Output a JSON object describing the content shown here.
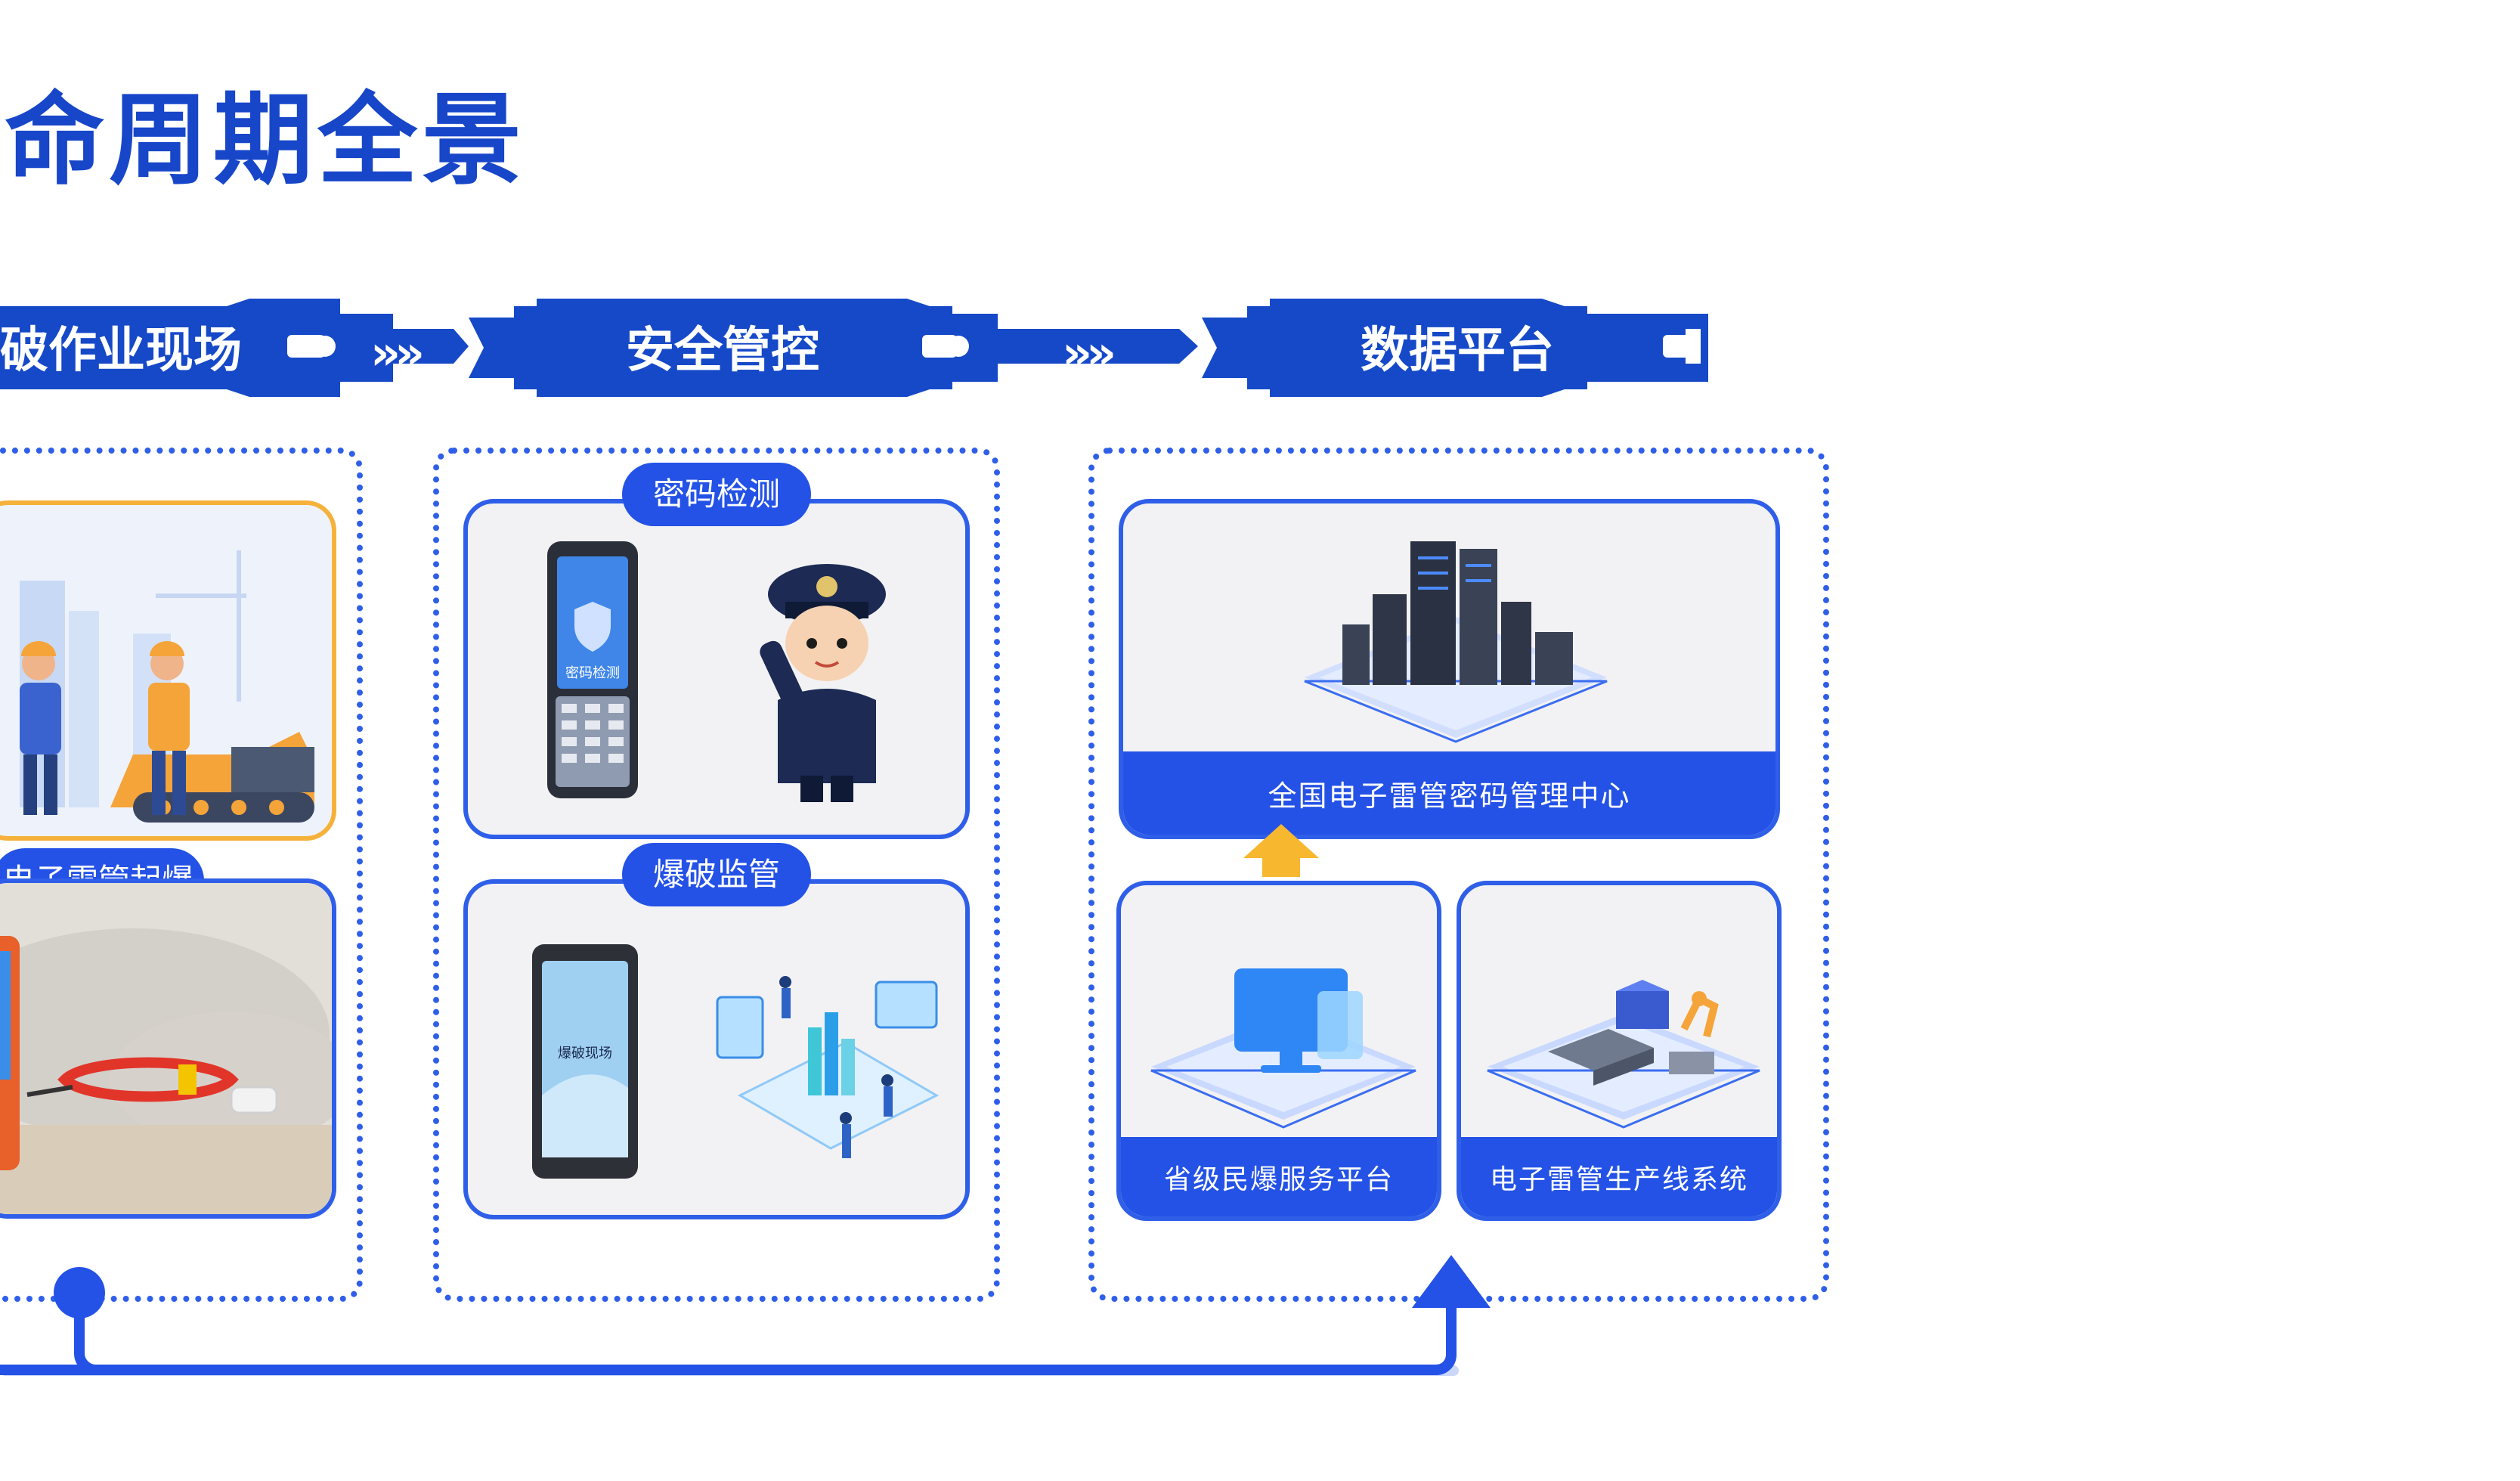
{
  "title": "命周期全景",
  "stages": [
    {
      "label": "破作业现场"
    },
    {
      "label": "安全管控"
    },
    {
      "label": "数据平台"
    }
  ],
  "arrow_glyph": "»»",
  "field": {
    "top_caption": "",
    "blast_pill": "电子雷管起爆"
  },
  "control": {
    "password_pill": "密码检测",
    "password_screen": "密码检测",
    "blast_pill": "爆破监管",
    "blast_screen": "爆破现场"
  },
  "platform": {
    "center_label": "全国电子雷管密码管理中心",
    "province_label": "省级民爆服务平台",
    "production_label": "电子雷管生产线系统"
  },
  "colors": {
    "brand": "#1746c9",
    "accent": "#2452e6",
    "card_bg": "#f2f2f4",
    "orange": "#f5b13a"
  }
}
